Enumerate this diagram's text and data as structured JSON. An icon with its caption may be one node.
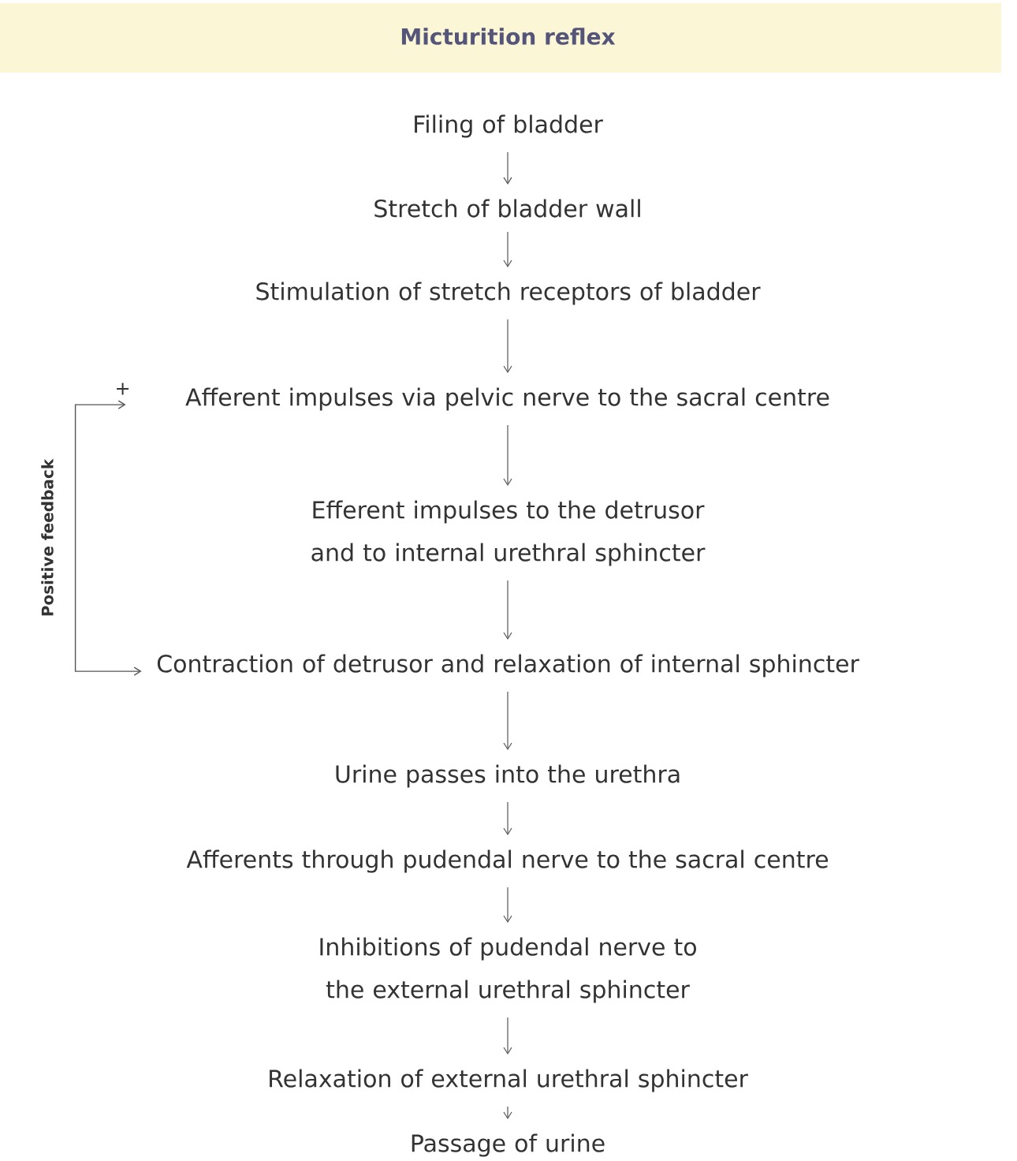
{
  "diagram": {
    "title": "Micturition reflex",
    "nodes": [
      {
        "text": [
          "Filing of bladder"
        ]
      },
      {
        "text": [
          "Stretch of bladder wall"
        ]
      },
      {
        "text": [
          "Stimulation of stretch receptors of bladder"
        ]
      },
      {
        "text": [
          "Afferent impulses via pelvic nerve to the sacral centre"
        ]
      },
      {
        "text": [
          "Efferent impulses to the detrusor and to internal urethral sphincter"
        ]
      },
      {
        "text": [
          "Contraction of detrusor and relaxation of internal sphincter"
        ]
      },
      {
        "text": [
          "Urine passes into the urethra"
        ]
      },
      {
        "text": [
          "Afferents through pudendal nerve to the sacral centre"
        ]
      },
      {
        "text": [
          "Inhibitions of pudendal nerve to the external urethral sphincter"
        ]
      },
      {
        "text": [
          "Relaxation of external urethral sphincter"
        ]
      },
      {
        "text": [
          "Passage of urine"
        ]
      }
    ],
    "edges": [
      {
        "from": 0,
        "to": 1,
        "arrow": "to"
      },
      {
        "from": 1,
        "to": 2,
        "arrow": "to"
      },
      {
        "from": 2,
        "to": 3,
        "arrow": "to"
      },
      {
        "from": 3,
        "to": 4,
        "arrow": "to"
      },
      {
        "from": 4,
        "to": 5,
        "arrow": "to"
      },
      {
        "from": 5,
        "to": 6,
        "arrow": "to"
      },
      {
        "from": 6,
        "to": 7,
        "arrow": "to"
      },
      {
        "from": 7,
        "to": 8,
        "arrow": "to"
      },
      {
        "from": 8,
        "to": 9,
        "arrow": "to"
      },
      {
        "from": 9,
        "to": 10,
        "arrow": "to"
      },
      {
        "from": 5,
        "to": 3,
        "arrow": "both",
        "label": "Positive feedback"
      }
    ],
    "labels": [
      "+"
    ]
  }
}
